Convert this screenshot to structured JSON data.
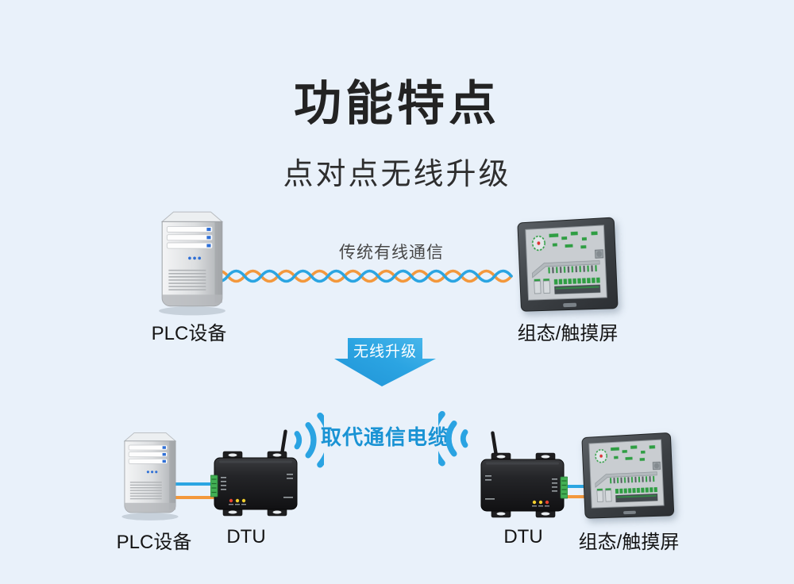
{
  "page": {
    "title": "功能特点",
    "subtitle": "点对点无线升级",
    "background_color": "#e9f1fa",
    "accent_blue": "#2ba5e2",
    "accent_orange": "#f3983c"
  },
  "top_diagram": {
    "plc_label": "PLC设备",
    "hmi_label": "组态/触摸屏",
    "wired_link_label": "传统有线通信"
  },
  "transition": {
    "arrow_label": "无线升级",
    "arrow_color": "#2ba4e2"
  },
  "bottom_diagram": {
    "plc_label": "PLC设备",
    "dtu_left_label": "DTU",
    "dtu_right_label": "DTU",
    "hmi_label": "组态/触摸屏",
    "wireless_label": "取代通信电缆",
    "wireless_label_color": "#1a93d4"
  },
  "icons": {
    "wifi_waves": "wifi-signal-arcs",
    "antenna": "dtu-antenna",
    "server": "plc-server-tower",
    "touch_panel": "hmi-touch-panel"
  }
}
